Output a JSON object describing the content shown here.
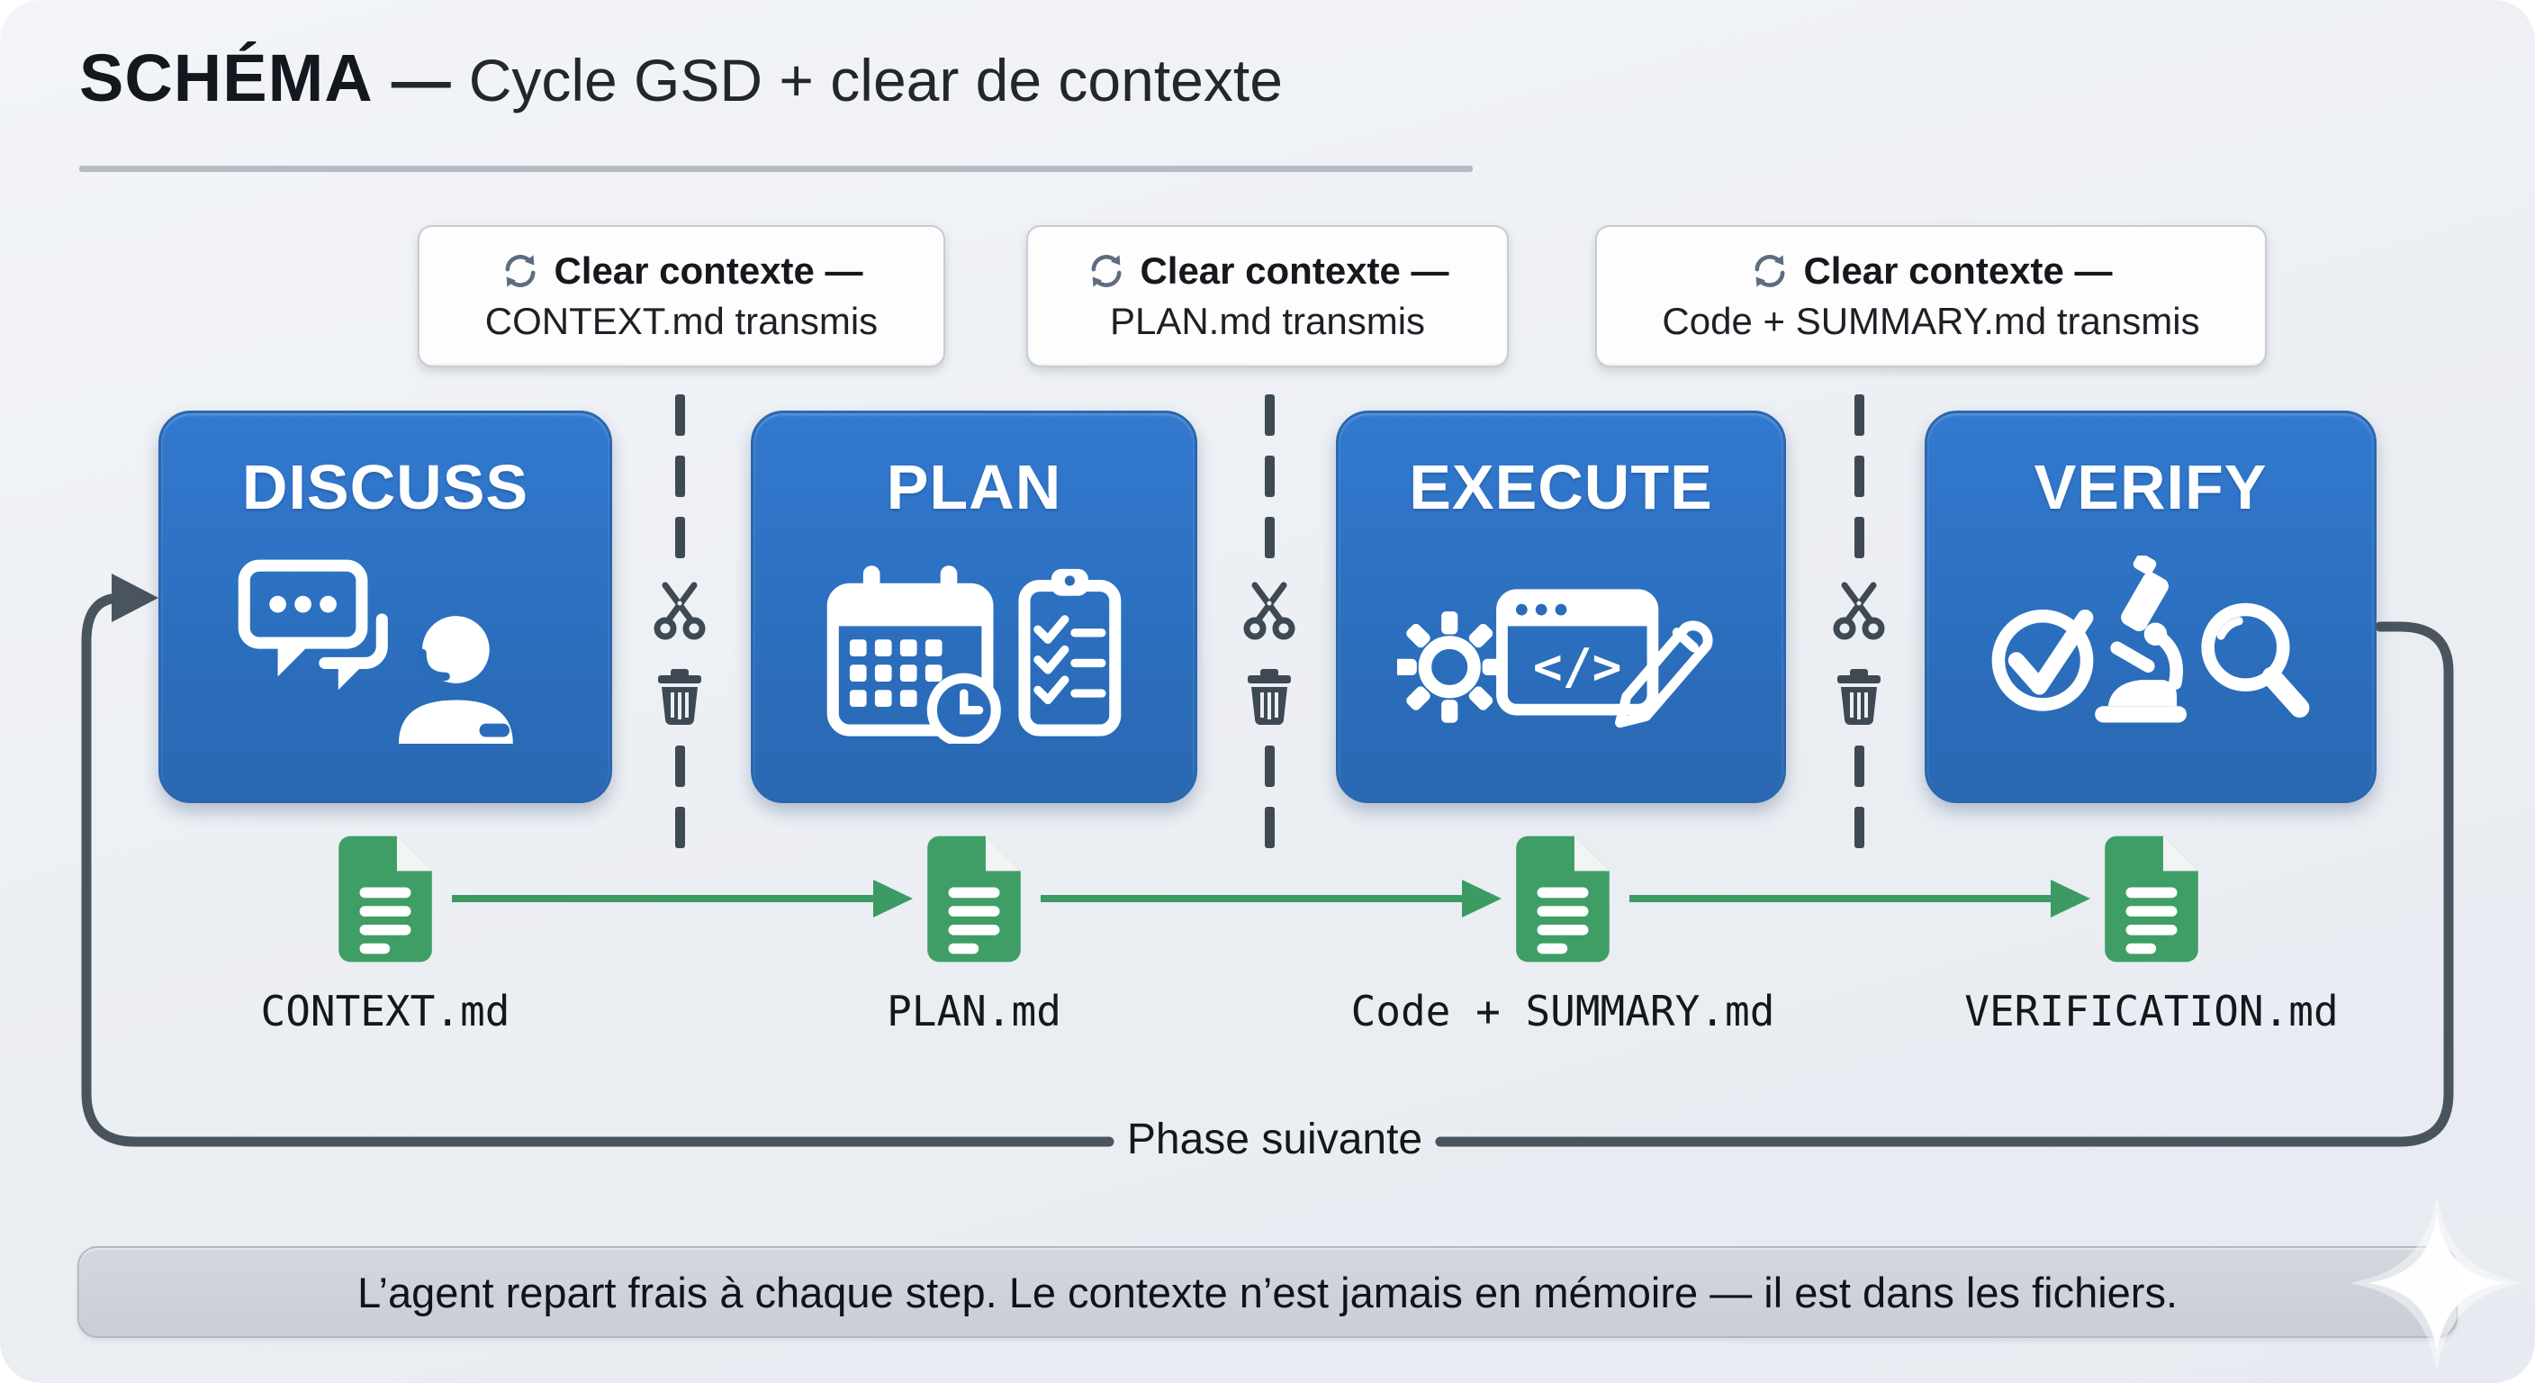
{
  "title": {
    "prefix": "SCHÉMA",
    "separator": "—",
    "rest": "Cycle GSD + clear de contexte"
  },
  "clear_labels": [
    {
      "heading": "Clear contexte —",
      "detail": "CONTEXT.md transmis"
    },
    {
      "heading": "Clear contexte —",
      "detail": "PLAN.md transmis"
    },
    {
      "heading": "Clear contexte —",
      "detail": "Code + SUMMARY.md transmis"
    }
  ],
  "phases": [
    {
      "name": "DISCUSS",
      "icon": "chat-headset-icon"
    },
    {
      "name": "PLAN",
      "icon": "calendar-checklist-icon"
    },
    {
      "name": "EXECUTE",
      "icon": "gear-code-pencil-icon"
    },
    {
      "name": "VERIFY",
      "icon": "check-microscope-magnifier-icon"
    }
  ],
  "files": [
    "CONTEXT.md",
    "PLAN.md",
    "Code + SUMMARY.md",
    "VERIFICATION.md"
  ],
  "loop_label": "Phase suivante",
  "note": "L’agent repart frais à chaque step. Le contexte n’est jamais en mémoire — il est dans les fichiers.",
  "code_glyph": "</>",
  "icons": {
    "label_icon": "sync-icon",
    "cut_icons": [
      "scissors-icon",
      "trash-icon"
    ],
    "file_icon": "markdown-file-icon",
    "note_end_icon": "sparkle-icon"
  },
  "colors": {
    "phase_blue": "#2e74c4",
    "doc_green": "#3f9e66",
    "cut_slate": "#3e4953",
    "loop_slate": "#49545f",
    "note_bg": "#ced3da",
    "canvas_bg": "#ebeef3"
  }
}
